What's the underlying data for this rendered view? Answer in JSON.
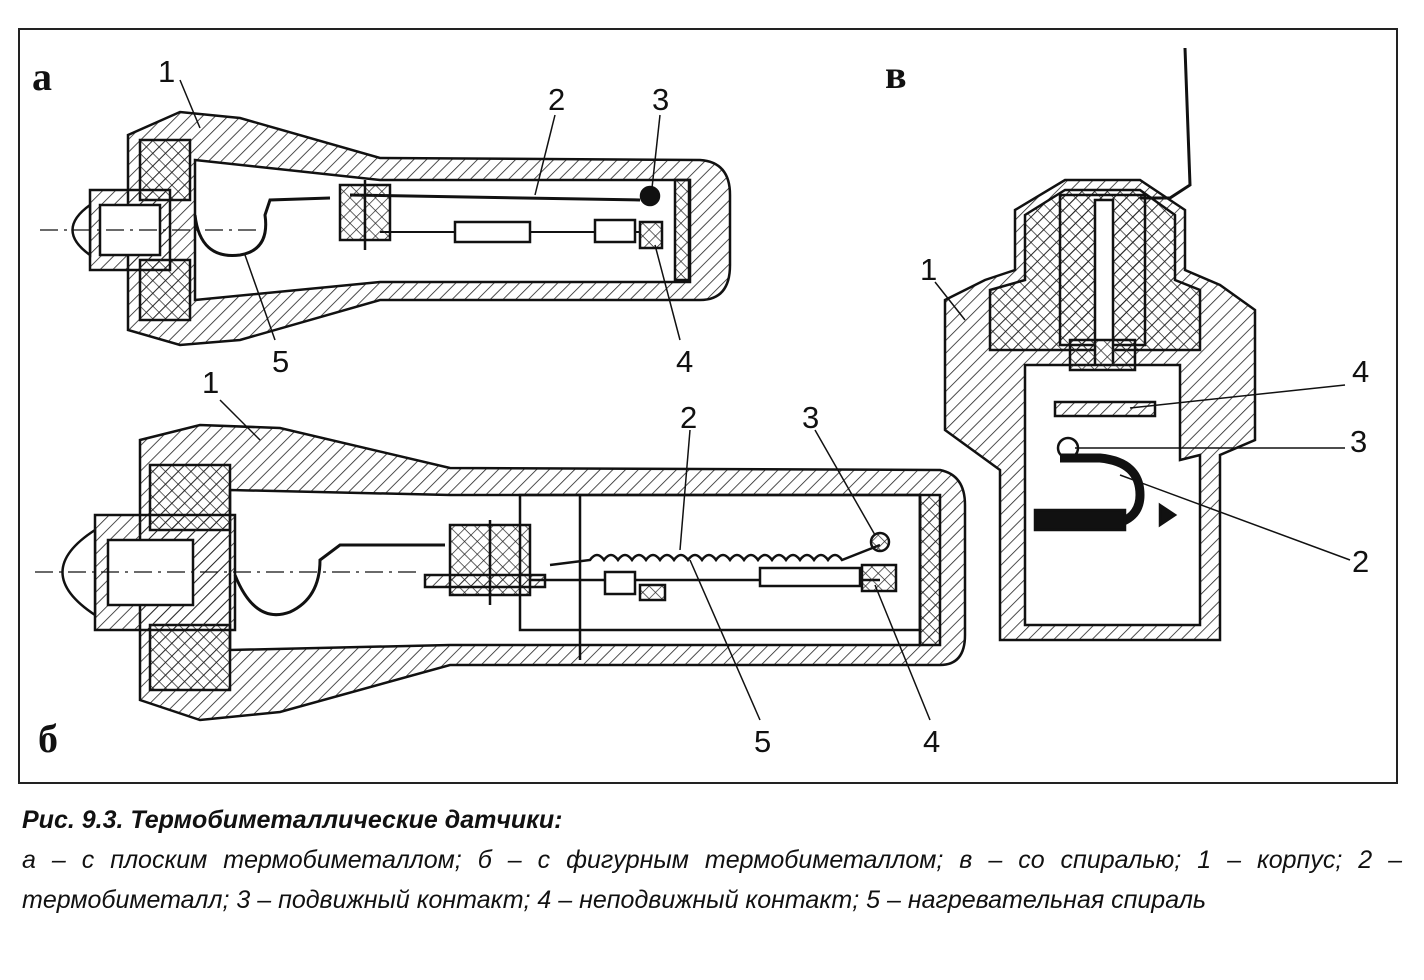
{
  "panels": {
    "a": {
      "letter": "а",
      "labels": [
        "1",
        "2",
        "3",
        "4",
        "5"
      ]
    },
    "b": {
      "letter": "б",
      "labels": [
        "1",
        "2",
        "3",
        "4",
        "5"
      ]
    },
    "v": {
      "letter": "в",
      "labels": [
        "1",
        "4",
        "3",
        "2"
      ]
    }
  },
  "caption": {
    "title": "Рис. 9.3. Термобиметаллические датчики:",
    "body": "а – с плоским термобиметаллом; б – с фигурным термобиметаллом; в – со спиралью; 1 – корпус; 2 – термобиметалл; 3 – подвижный контакт; 4 – неподвижный контакт; 5 – нагревательная спираль"
  }
}
